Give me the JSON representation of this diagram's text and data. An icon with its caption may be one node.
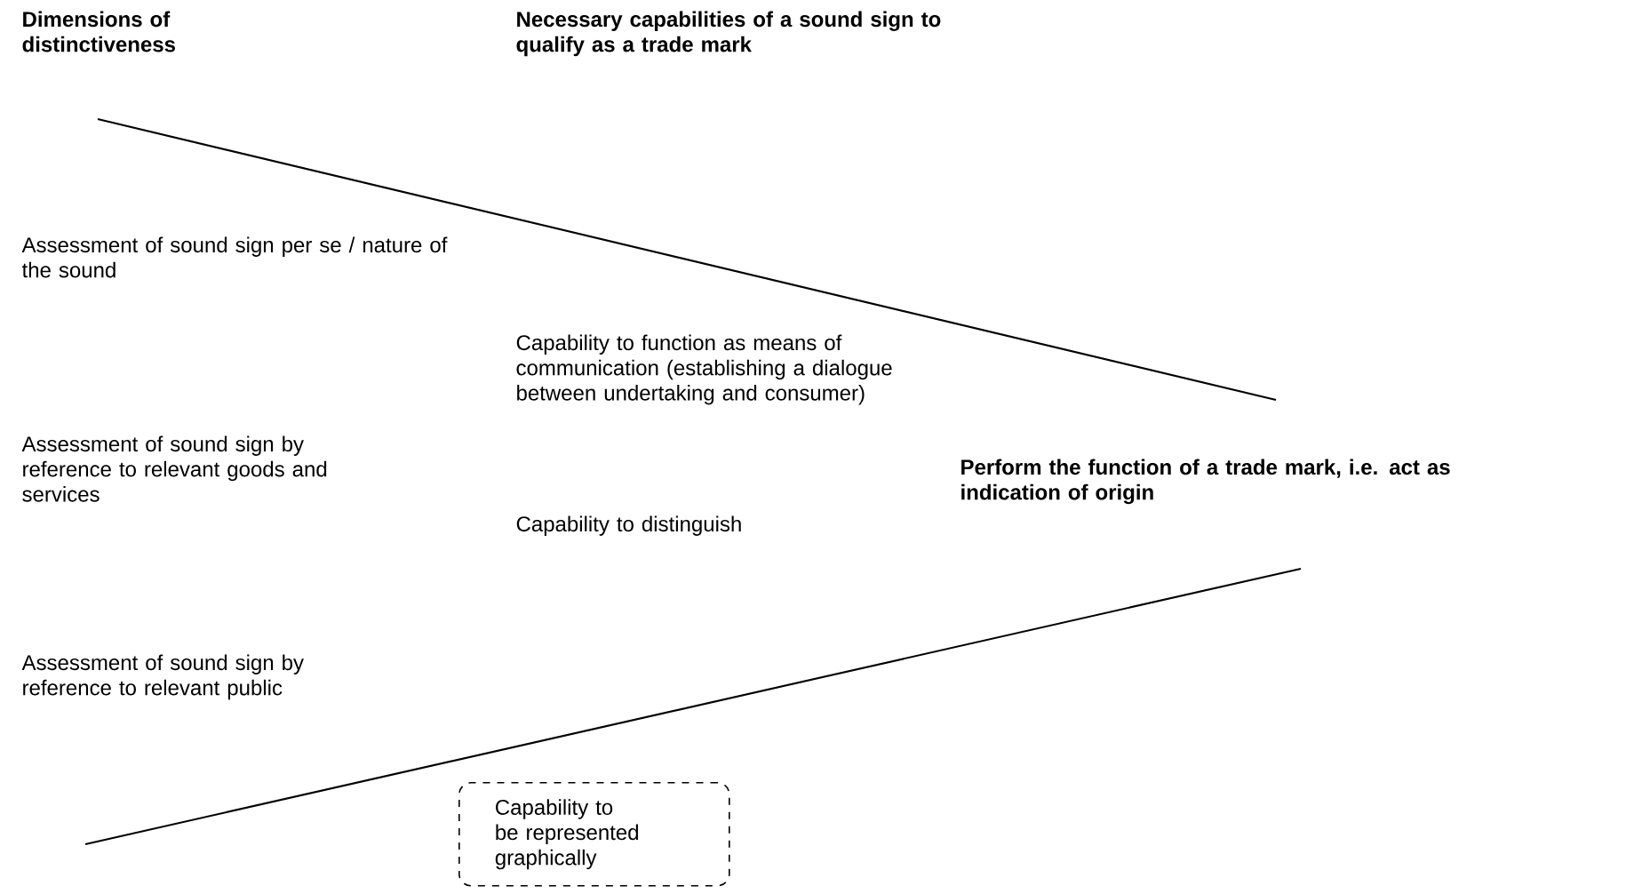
{
  "diagram": {
    "nodes": [
      {
        "text": [
          "Capability to be represented graphically"
        ]
      }
    ],
    "labels": [
      "Dimensions of distinctiveness",
      "Necessary capabilities of a sound sign to qualify as a trade mark",
      "Assessment of sound sign per se / nature of the sound",
      "Capability to function as means of communication (establishing a dialogue between undertaking and consumer)",
      "Assessment of sound sign by reference to relevant goods and services",
      "Perform the function of a trade mark, i.e. act as indication of origin",
      "Capability to distinguish",
      "Assessment of sound sign by reference to relevant public"
    ]
  }
}
